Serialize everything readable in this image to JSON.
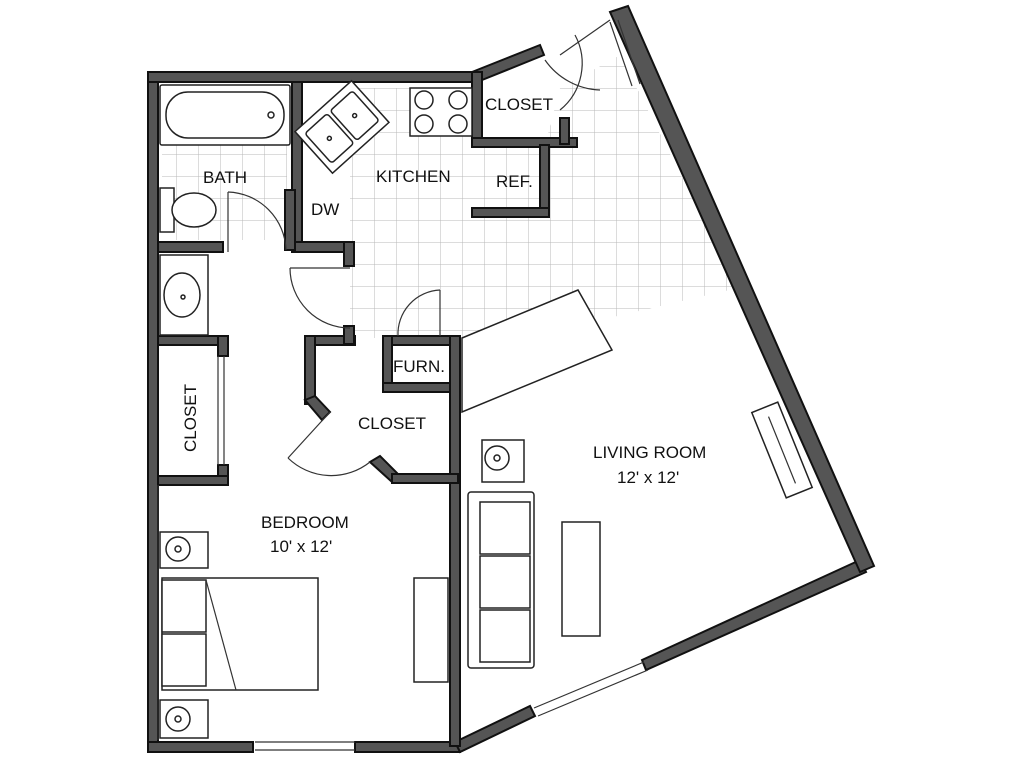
{
  "rooms": {
    "bath": "BATH",
    "kitchen": "KITCHEN",
    "dishwasher": "DW",
    "refrigerator": "REF.",
    "closet_entry": "CLOSET",
    "closet_left": "CLOSET",
    "closet_center": "CLOSET",
    "furnace": "FURN.",
    "bedroom": "BEDROOM",
    "bedroom_size": "10' x 12'",
    "living_room": "LIVING ROOM",
    "living_room_size": "12' x 12'"
  },
  "colors": {
    "wall": "#555555",
    "wall_outline": "#111111",
    "tile_grid": "#b9b9b9",
    "background": "#ffffff"
  }
}
